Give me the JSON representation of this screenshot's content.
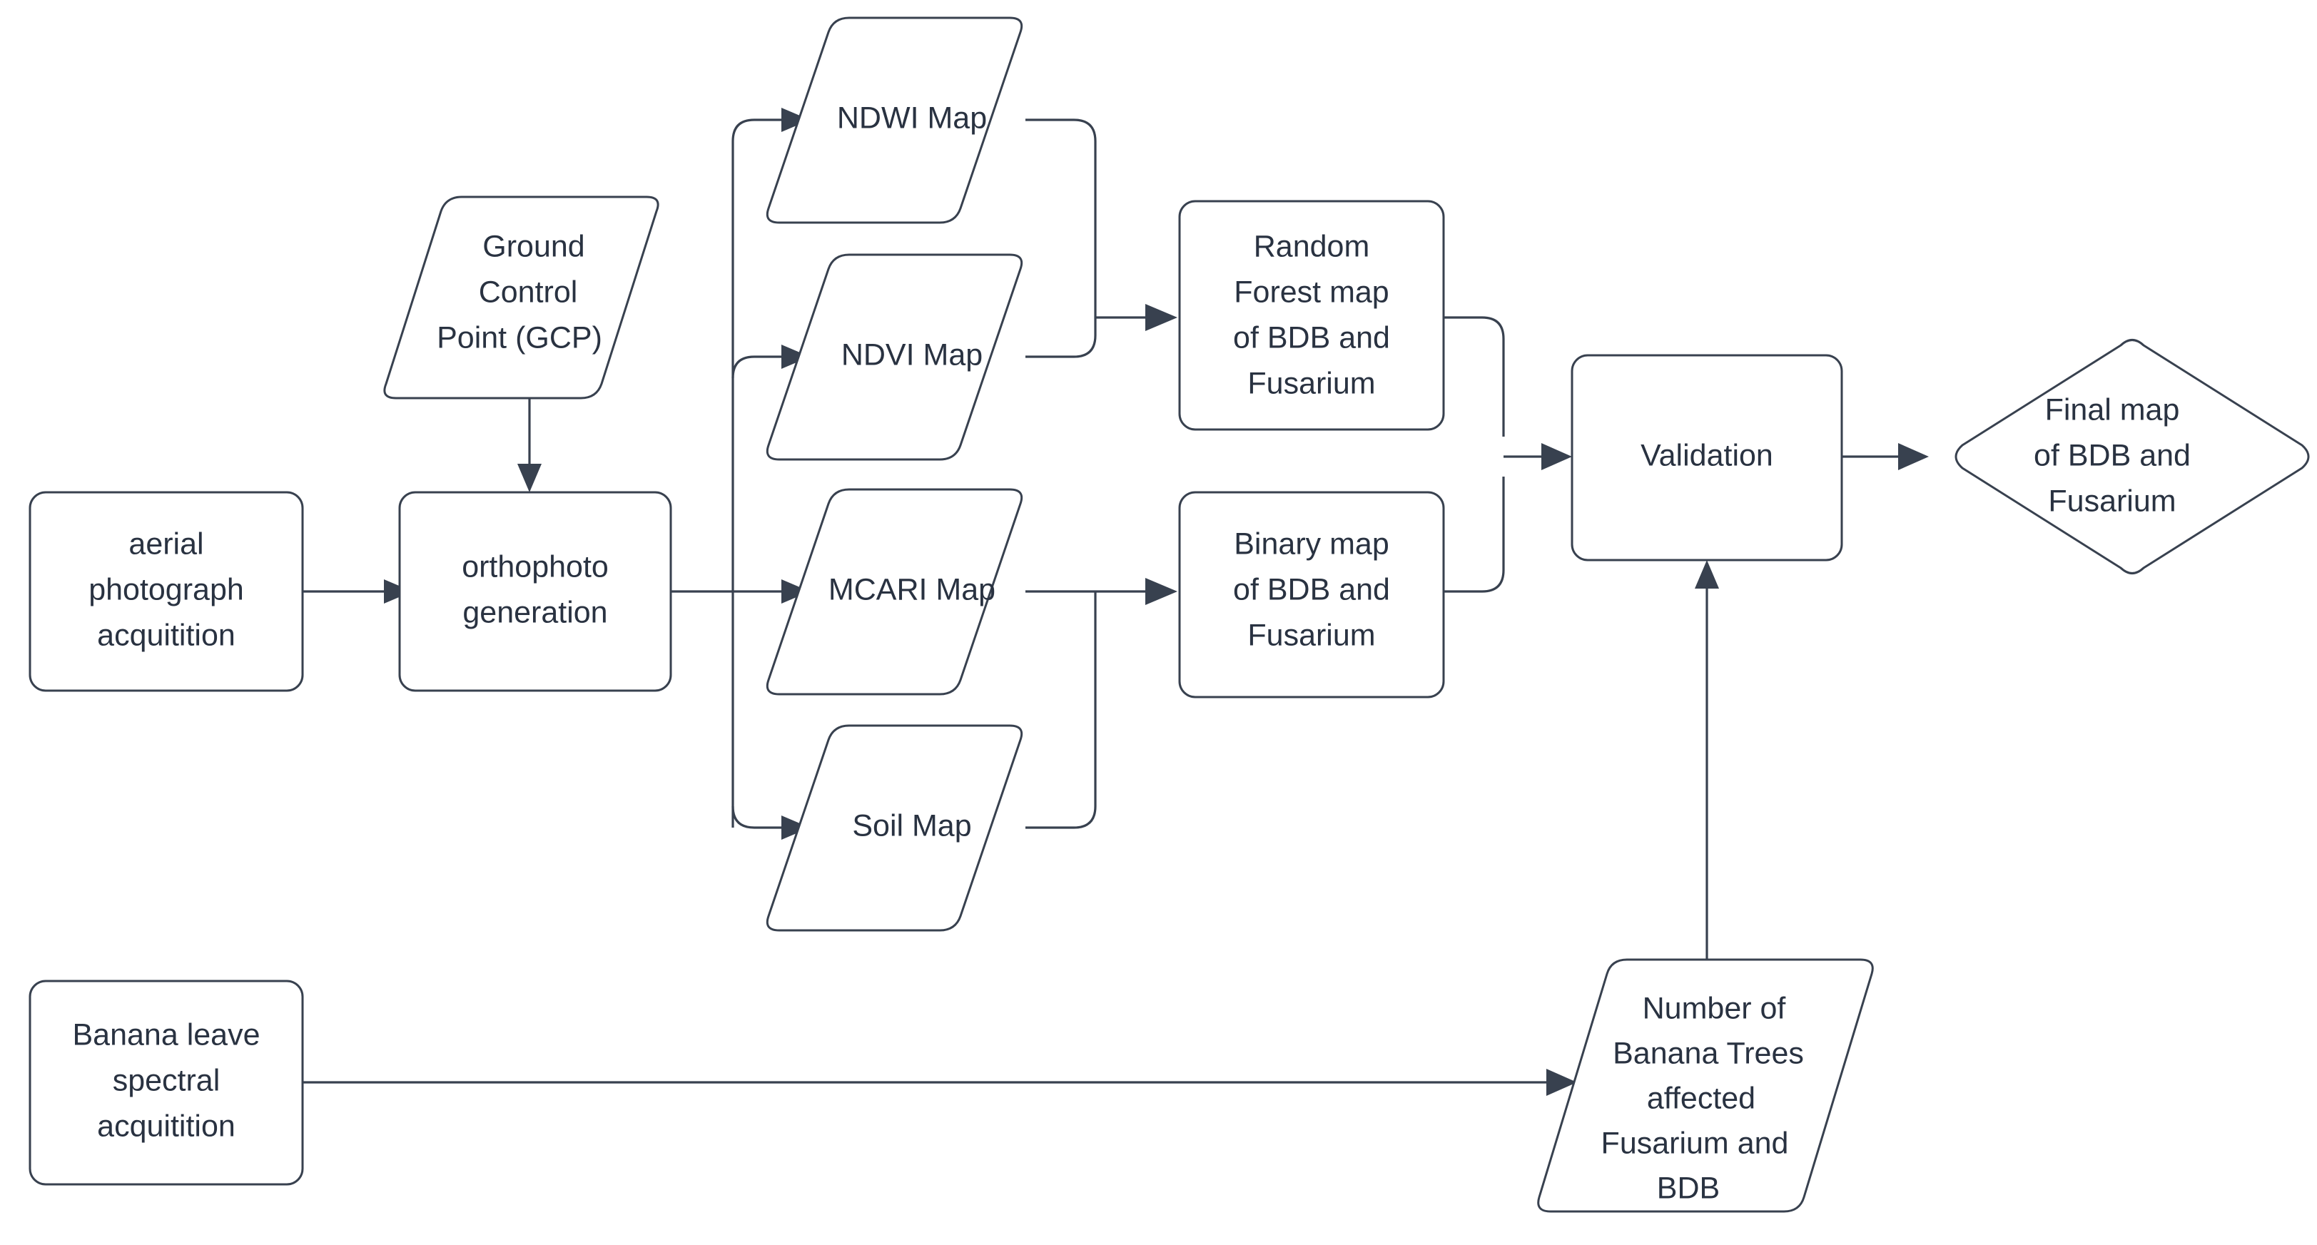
{
  "diagram": {
    "title": "Banana disease mapping workflow flowchart",
    "colors": {
      "stroke": "#38414f",
      "text": "#293241",
      "fill": "#ffffff",
      "background": "#ffffff"
    },
    "nodes": {
      "aerial_photograph": {
        "shape": "rounded-rectangle",
        "lines": [
          "aerial",
          "photograph",
          "acquitition"
        ]
      },
      "ground_control_point": {
        "shape": "parallelogram",
        "lines": [
          "Ground",
          "Control",
          "Point (GCP)"
        ]
      },
      "orthophoto_generation": {
        "shape": "rounded-rectangle",
        "lines": [
          "orthophoto",
          "generation"
        ]
      },
      "ndwi_map": {
        "shape": "parallelogram",
        "lines": [
          "NDWI Map"
        ]
      },
      "ndvi_map": {
        "shape": "parallelogram",
        "lines": [
          "NDVI Map"
        ]
      },
      "mcari_map": {
        "shape": "parallelogram",
        "lines": [
          "MCARI Map"
        ]
      },
      "soil_map": {
        "shape": "parallelogram",
        "lines": [
          "Soil Map"
        ]
      },
      "random_forest_map": {
        "shape": "rounded-rectangle",
        "lines": [
          "Random",
          "Forest map",
          "of BDB and",
          "Fusarium"
        ]
      },
      "binary_map": {
        "shape": "rounded-rectangle",
        "lines": [
          "Binary map",
          "of BDB and",
          "Fusarium"
        ]
      },
      "validation": {
        "shape": "rounded-rectangle",
        "lines": [
          "Validation"
        ]
      },
      "final_map": {
        "shape": "diamond",
        "lines": [
          "Final map",
          "of BDB and",
          "Fusarium"
        ]
      },
      "banana_leave_spectral": {
        "shape": "rounded-rectangle",
        "lines": [
          "Banana leave",
          "spectral",
          "acquitition"
        ]
      },
      "banana_trees_affected": {
        "shape": "parallelogram",
        "lines": [
          "Number of",
          "Banana Trees",
          "affected",
          "Fusarium and",
          "BDB"
        ]
      }
    },
    "edges": [
      {
        "from": "aerial_photograph",
        "to": "orthophoto_generation"
      },
      {
        "from": "ground_control_point",
        "to": "orthophoto_generation"
      },
      {
        "from": "orthophoto_generation",
        "to": "ndwi_map"
      },
      {
        "from": "orthophoto_generation",
        "to": "ndvi_map"
      },
      {
        "from": "orthophoto_generation",
        "to": "mcari_map"
      },
      {
        "from": "orthophoto_generation",
        "to": "soil_map"
      },
      {
        "from": "ndwi_map",
        "to": "random_forest_map"
      },
      {
        "from": "ndvi_map",
        "to": "random_forest_map"
      },
      {
        "from": "mcari_map",
        "to": "binary_map"
      },
      {
        "from": "soil_map",
        "to": "binary_map"
      },
      {
        "from": "random_forest_map",
        "to": "validation"
      },
      {
        "from": "binary_map",
        "to": "validation"
      },
      {
        "from": "validation",
        "to": "final_map"
      },
      {
        "from": "banana_leave_spectral",
        "to": "banana_trees_affected"
      },
      {
        "from": "banana_trees_affected",
        "to": "validation"
      }
    ]
  }
}
